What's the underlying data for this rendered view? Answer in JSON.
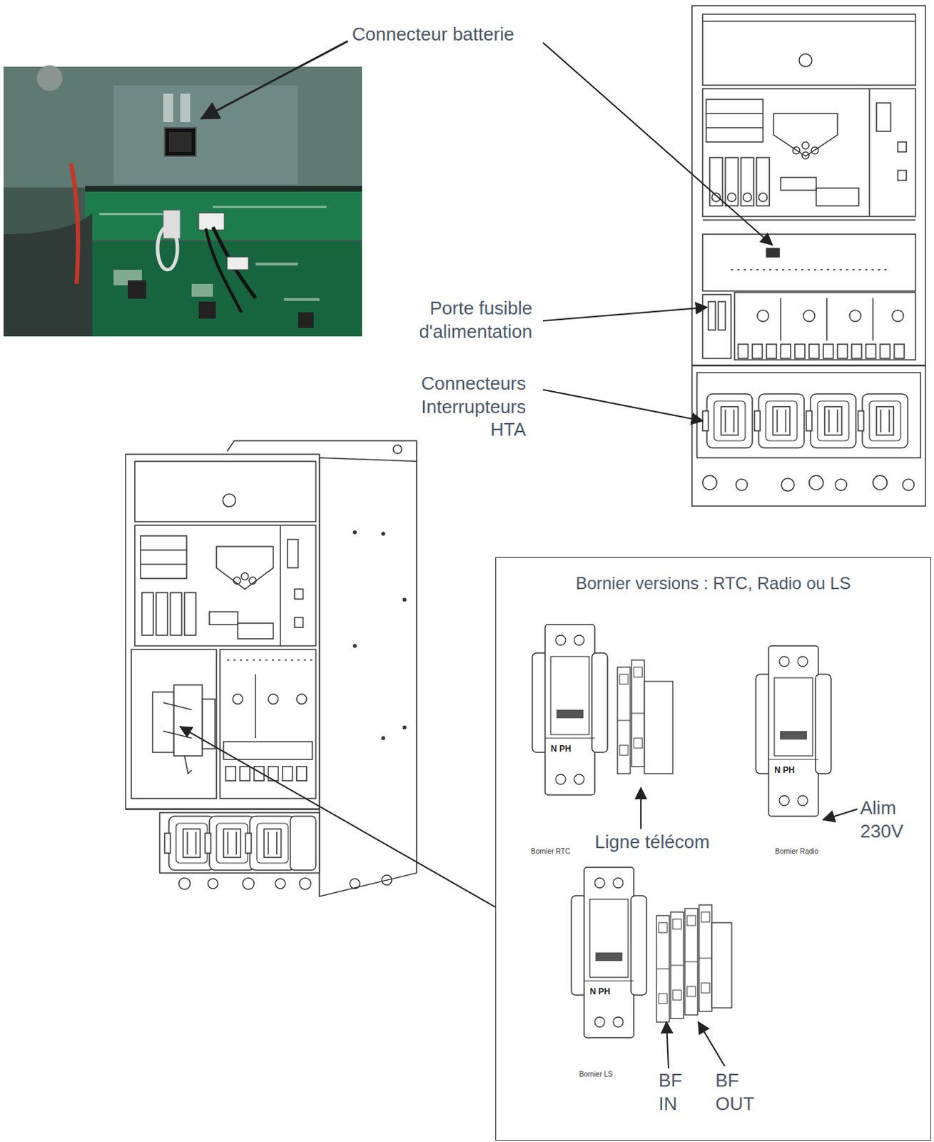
{
  "diagram": {
    "nodes": [
      {
        "text": [
          "Bornier versions : RTC, Radio ou LS"
        ]
      }
    ],
    "labels": [
      "Connecteur batterie",
      "Porte fusible d'alimentation",
      "Connecteurs Interrupteurs HTA",
      "Ligne télécom",
      "Bornier RTC",
      "Alim 230V",
      "Bornier Radio",
      "BF IN",
      "BF OUT",
      "Bornier LS",
      "N PH",
      "N PH",
      "N PH"
    ]
  }
}
